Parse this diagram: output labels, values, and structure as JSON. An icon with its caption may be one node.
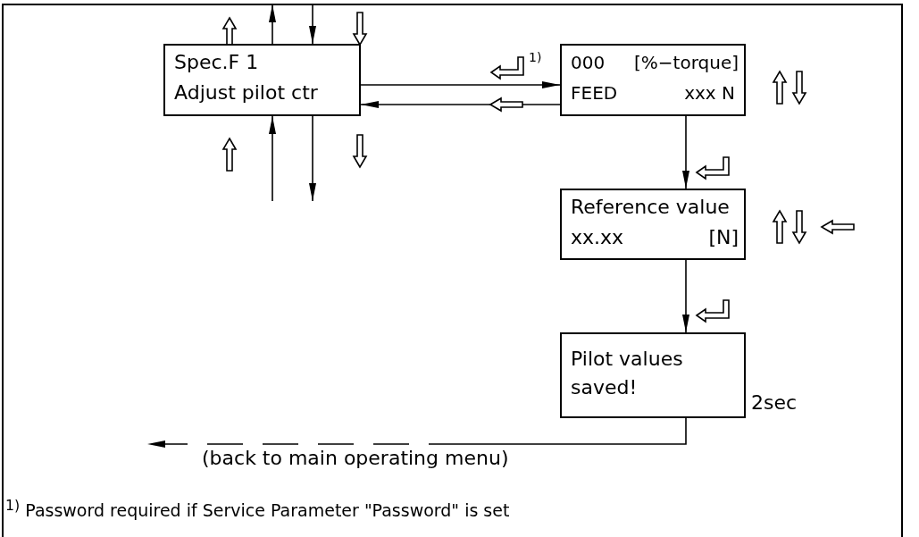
{
  "diagram": {
    "nodes": [
      {
        "text": [
          "Spec.F 1",
          "Adjust pilot ctr"
        ]
      },
      {
        "text": [
          "000",
          "[%−torque]",
          "FEED",
          "xxx N"
        ]
      },
      {
        "text": [
          "Reference value",
          "xx.xx",
          "[N]"
        ]
      },
      {
        "text": [
          "Pilot values saved!"
        ],
        "beside": [
          "2sec"
        ]
      }
    ],
    "edges": [
      {
        "from": 0,
        "to": 1,
        "arrow": "to"
      },
      {
        "from": 1,
        "to": 0,
        "arrow": "to"
      },
      {
        "from": 1,
        "to": 2,
        "arrow": "to"
      },
      {
        "from": 2,
        "to": 3,
        "arrow": "to"
      },
      {
        "from": 3,
        "to": null,
        "arrow": "to",
        "style": "dashed",
        "label": "(back to main operating menu)"
      },
      {
        "from": 0,
        "to": null,
        "arrow": "to"
      },
      {
        "from": null,
        "to": 0,
        "arrow": "to"
      },
      {
        "from": null,
        "to": 0,
        "arrow": "to"
      },
      {
        "from": 0,
        "to": null,
        "arrow": "to"
      }
    ],
    "labels": [
      "1)",
      "$^{1)}$ Password required if Service Parameter \"Password\" is set"
    ]
  }
}
